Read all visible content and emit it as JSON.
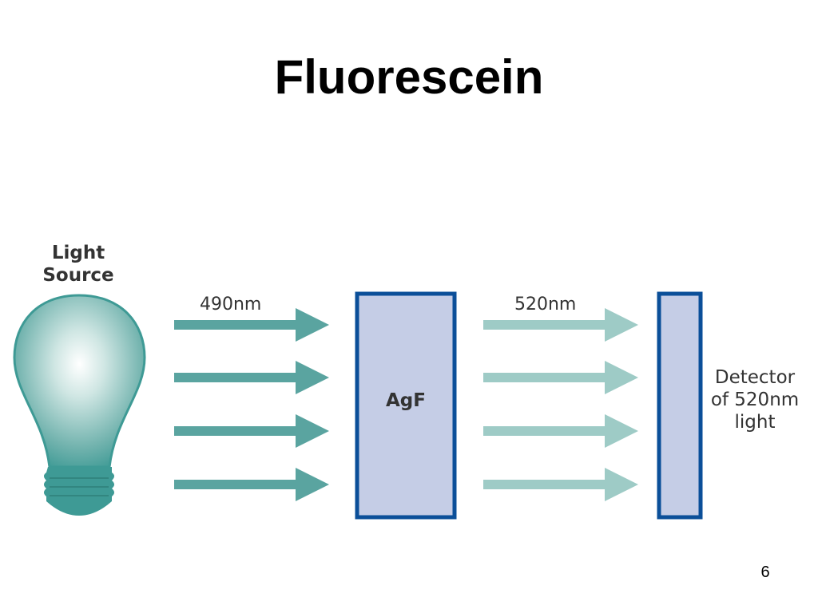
{
  "slide": {
    "title": "Fluorescein",
    "page_number": "6"
  },
  "diagram": {
    "light_source_label": "Light\nSource",
    "excitation_label": "490nm",
    "emission_label": "520nm",
    "sample_label": "AgF",
    "detector_label": "Detector\nof 520nm\nlight",
    "colors": {
      "excitation_arrow": "#5aa4a0",
      "emission_arrow": "#9ecbc6",
      "box_fill": "#c5cde6",
      "box_stroke": "#0b4f99",
      "bulb": "#3e9a95"
    }
  }
}
